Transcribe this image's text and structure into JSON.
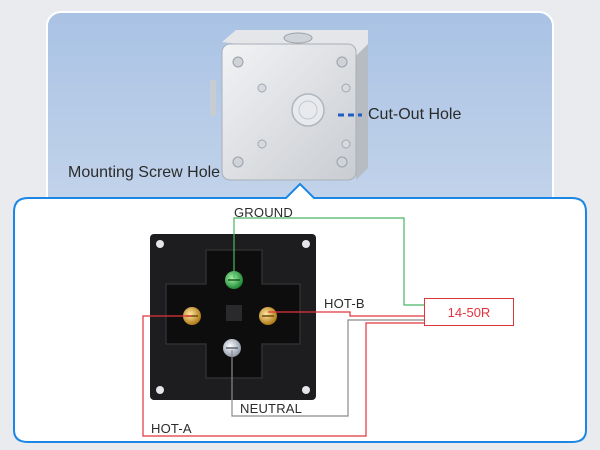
{
  "labels": {
    "cutout": "Cut-Out Hole",
    "mounting": "Mounting Screw Hole",
    "ground": "GROUND",
    "hot_b": "HOT-B",
    "neutral": "NEUTRAL",
    "hot_a": "HOT-A",
    "receptacle": "14-50R"
  },
  "colors": {
    "panel_blue": "#b3c9e6",
    "panel_border": "#ffffff",
    "frame_blue": "#1a86e6",
    "ground_wire": "#49b860",
    "hot_wire": "#e0343c",
    "neutral_wire": "#8a8a8a",
    "cutout_dash": "#1f5fc4"
  }
}
